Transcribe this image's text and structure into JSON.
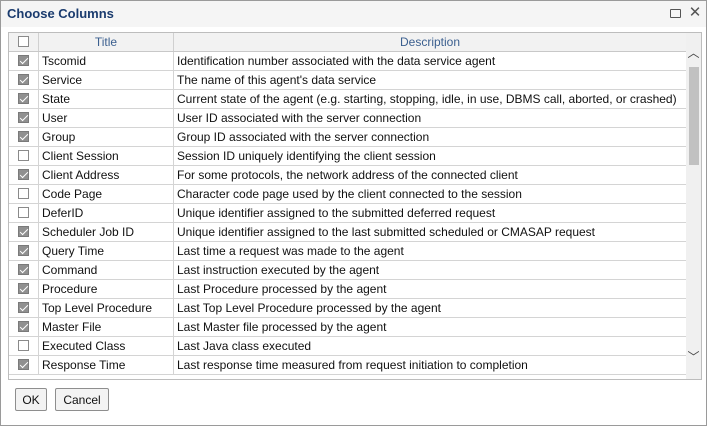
{
  "window": {
    "title": "Choose Columns"
  },
  "columns": {
    "title": "Title",
    "description": "Description"
  },
  "rows": [
    {
      "checked": true,
      "title": "Tscomid",
      "description": "Identification number associated with the data service agent"
    },
    {
      "checked": true,
      "title": "Service",
      "description": "The name of this agent's data service"
    },
    {
      "checked": true,
      "title": "State",
      "description": "Current state of the agent (e.g. starting, stopping, idle, in use, DBMS call, aborted, or crashed)"
    },
    {
      "checked": true,
      "title": "User",
      "description": "User ID associated with the server connection"
    },
    {
      "checked": true,
      "title": "Group",
      "description": "Group ID associated with the server connection"
    },
    {
      "checked": false,
      "title": "Client Session",
      "description": "Session ID uniquely identifying the client session"
    },
    {
      "checked": true,
      "title": "Client Address",
      "description": "For some protocols, the network address of the connected client"
    },
    {
      "checked": false,
      "title": "Code Page",
      "description": "Character code page used by the client connected to the session"
    },
    {
      "checked": false,
      "title": "DeferID",
      "description": "Unique identifier assigned to the submitted deferred request"
    },
    {
      "checked": true,
      "title": "Scheduler Job ID",
      "description": "Unique identifier assigned to the last submitted scheduled or CMASAP request"
    },
    {
      "checked": true,
      "title": "Query Time",
      "description": "Last time a request was made to the agent"
    },
    {
      "checked": true,
      "title": "Command",
      "description": "Last instruction executed by the agent"
    },
    {
      "checked": true,
      "title": "Procedure",
      "description": "Last Procedure processed by the agent"
    },
    {
      "checked": true,
      "title": "Top Level Procedure",
      "description": "Last Top Level Procedure processed by the agent"
    },
    {
      "checked": true,
      "title": "Master File",
      "description": "Last Master file processed by the agent"
    },
    {
      "checked": false,
      "title": "Executed Class",
      "description": "Last Java class executed"
    },
    {
      "checked": true,
      "title": "Response Time",
      "description": "Last response time measured from request initiation to completion"
    }
  ],
  "buttons": {
    "ok": "OK",
    "cancel": "Cancel"
  },
  "icons": {
    "restore": "restore-icon",
    "close": "close-icon",
    "scroll_up": "chevron-up-icon",
    "scroll_down": "chevron-down-icon"
  }
}
